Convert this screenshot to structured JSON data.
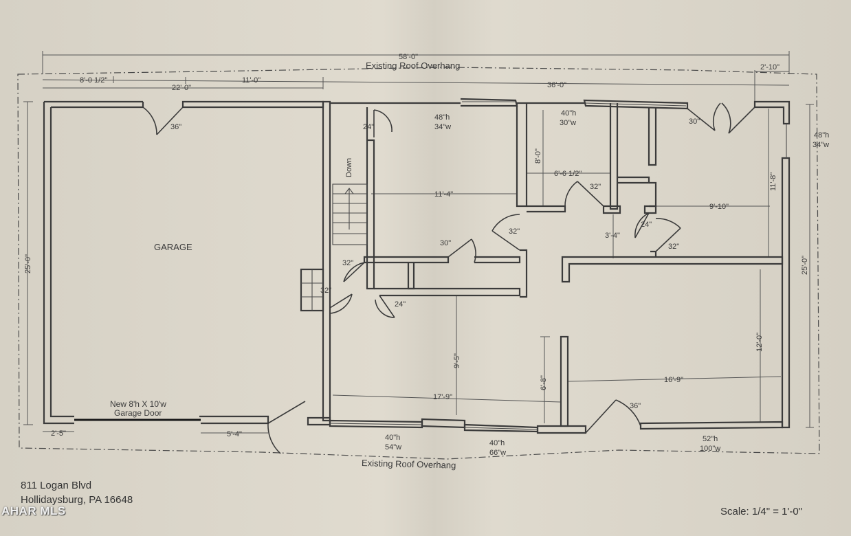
{
  "overhang": {
    "top_label": "Existing Roof Overhang",
    "bottom_label": "Existing Roof Overhang"
  },
  "dimensions": {
    "overall_width": "58'-0\"",
    "right_overhang": "2'-10\"",
    "left_offset": "8'-0 1/2\"",
    "garage_width": "22'-0\"",
    "window_span": "11'-0\"",
    "house_width": "36'-0\"",
    "left_depth": "25'-0\"",
    "right_depth": "25'-0\"",
    "hall_width": "11'-4\"",
    "closet_depth": "8'-0\"",
    "bath_width": "6'-6 1/2\"",
    "bedroom_width": "9'-10\"",
    "bedroom_depth": "11'-8\"",
    "hall_gap": "3'-4\"",
    "kitchen_depth": "9'-5\"",
    "kitchen_width": "17'-9\"",
    "wall_height": "6'-8\"",
    "living_width": "16'-9\"",
    "living_depth": "12'-0\"",
    "garage_door_offset": "2'-5\"",
    "garage_side": "5'-4\""
  },
  "rooms": {
    "garage": "GARAGE"
  },
  "stairs": {
    "label": "Down"
  },
  "doors": {
    "garage_side": "36\"",
    "stair_top": "24\"",
    "hall": "30\"",
    "kitchen": "32\"",
    "bath": "32\"",
    "bedroom_left": "24\"",
    "bedroom_right": "32\"",
    "exterior_pair": "30\"",
    "stair_landing": "32\"",
    "entry_small": "32\"",
    "closet_low": "24\"",
    "front": "36\""
  },
  "windows": {
    "top_center": {
      "h": "48\"h",
      "w": "34\"w"
    },
    "top_right": {
      "h": "40\"h",
      "w": "30\"w"
    },
    "right_side": {
      "h": "48\"h",
      "w": "34\"w"
    },
    "bottom_1": {
      "h": "40\"h",
      "w": "54\"w"
    },
    "bottom_2": {
      "h": "40\"h",
      "w": "66\"w"
    },
    "bottom_3": {
      "h": "52\"h",
      "w": "100\"w"
    }
  },
  "garage_door": {
    "line1": "New 8'h X 10'w",
    "line2": "Garage Door"
  },
  "address": {
    "line1": "811 Logan Blvd",
    "line2": "Hollidaysburg, PA 16648"
  },
  "watermark": "AHAR MLS",
  "scale": "Scale:  1/4\" = 1'-0\""
}
